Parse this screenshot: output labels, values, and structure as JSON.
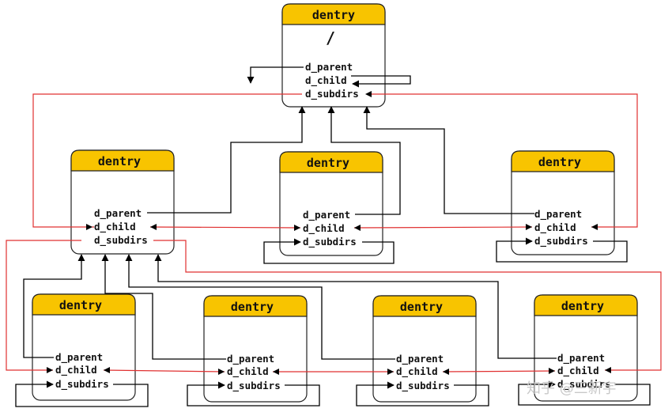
{
  "box_title": "dentry",
  "root_label": "/",
  "fields": {
    "parent": "d_parent",
    "child": "d_child",
    "subdirs": "d_subdirs"
  },
  "watermark": "知乎 @三新宇",
  "colors": {
    "header": "#f8c400",
    "box_border": "#222222",
    "parent_link": "#000000",
    "sibling_link": "#e03030"
  }
}
